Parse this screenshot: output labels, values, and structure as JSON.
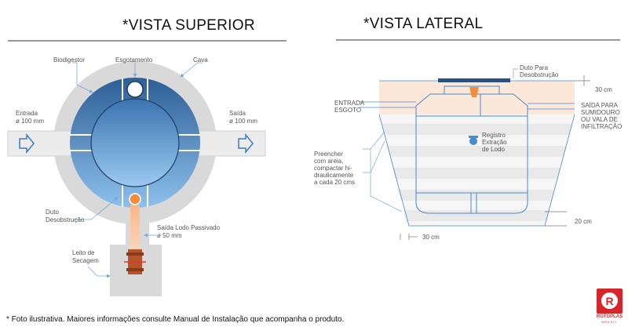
{
  "titles": {
    "top_view": "*VISTA SUPERIOR",
    "side_view": "*VISTA LATERAL"
  },
  "top_view": {
    "biodigestor": "Biodigestor",
    "esgotamento": "Esgotamento",
    "cava": "Cava",
    "entrada": "Entrada",
    "entrada_diam": "ø 100 mm",
    "saida": "Saída",
    "saida_diam": "ø 100 mm",
    "duto_1": "Duto",
    "duto_2": "Desobstrução",
    "lodo_1": "Saída Lodo Passivado",
    "lodo_2": "ø 50 mm",
    "leito_1": "Leito de",
    "leito_2": "Secagem"
  },
  "side_view": {
    "duto_1": "Duto Para",
    "duto_2": "Desobstrução",
    "dim_30_top": "30 cm",
    "entrada_1": "ENTRADA",
    "entrada_2": "ESGOTO",
    "saida_1": "SAÍDA PARA",
    "saida_2": "SUMIDOURO",
    "saida_3": "OU VALA DE",
    "saida_4": "INFILTRAÇÃO",
    "registro_1": "Registro",
    "registro_2": "Extração",
    "registro_3": "de Lodo",
    "preencher_1": "Preencher",
    "preencher_2": "com areia,",
    "preencher_3": "compactar hi-",
    "preencher_4": "draulicamente",
    "preencher_5": "a cada 20 cms",
    "dim_20": "20 cm",
    "dim_30_bottom": "30 cm"
  },
  "footnote": "* Foto ilustrativa. Maiores informações consulte Manual de Instalação que acompanha o produto.",
  "logo": {
    "letter": "R",
    "brand": "ROTOPLAS",
    "country": "BRASIL"
  },
  "colors": {
    "tank_blue_dark": "#2f6aa3",
    "tank_blue_light": "#7fb4e4",
    "pit_gray": "#d9d9d9",
    "pipe_orange": "#f3a36a",
    "side_blue_line": "#4a8ad0",
    "sand_stripe": "#ececec",
    "top_soil": "#fbe8d8"
  }
}
